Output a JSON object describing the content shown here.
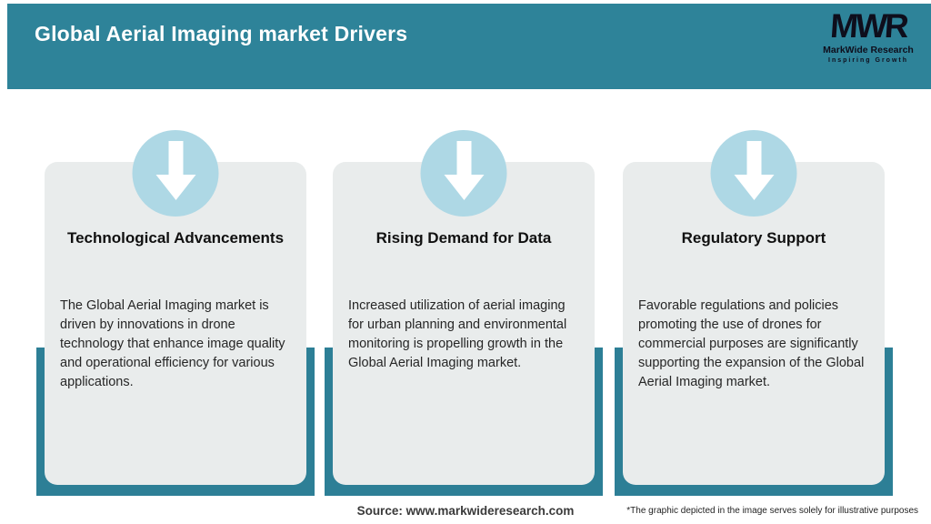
{
  "header": {
    "title": "Global Aerial Imaging market Drivers",
    "logo": {
      "acronym": "MWR",
      "name": "MarkWide Research",
      "tagline": "Inspiring Growth"
    }
  },
  "cards": [
    {
      "icon": "down-arrow-icon",
      "title": "Technological Advancements",
      "description": "The Global Aerial Imaging market is driven by innovations in drone technology that enhance image quality and operational efficiency for various applications."
    },
    {
      "icon": "down-arrow-icon",
      "title": "Rising Demand for Data",
      "description": "Increased utilization of aerial imaging for urban planning and environmental monitoring is propelling growth in the Global Aerial Imaging market."
    },
    {
      "icon": "down-arrow-icon",
      "title": "Regulatory Support",
      "description": "Favorable regulations and policies promoting the use of drones for commercial purposes are significantly supporting the expansion of the Global Aerial Imaging market."
    }
  ],
  "footer": {
    "source": "Source: www.markwideresearch.com",
    "disclaimer": "*The graphic depicted in the image serves solely for illustrative purposes"
  },
  "colors": {
    "header_teal": "#2E8399",
    "frame_teal": "#2D7F96",
    "card_background": "#E9ECEC",
    "badge_blue": "#AED8E5",
    "arrow_white": "#FFFFFF",
    "logo_dark": "#0E0E1C",
    "title_white": "#FFFFFF"
  }
}
